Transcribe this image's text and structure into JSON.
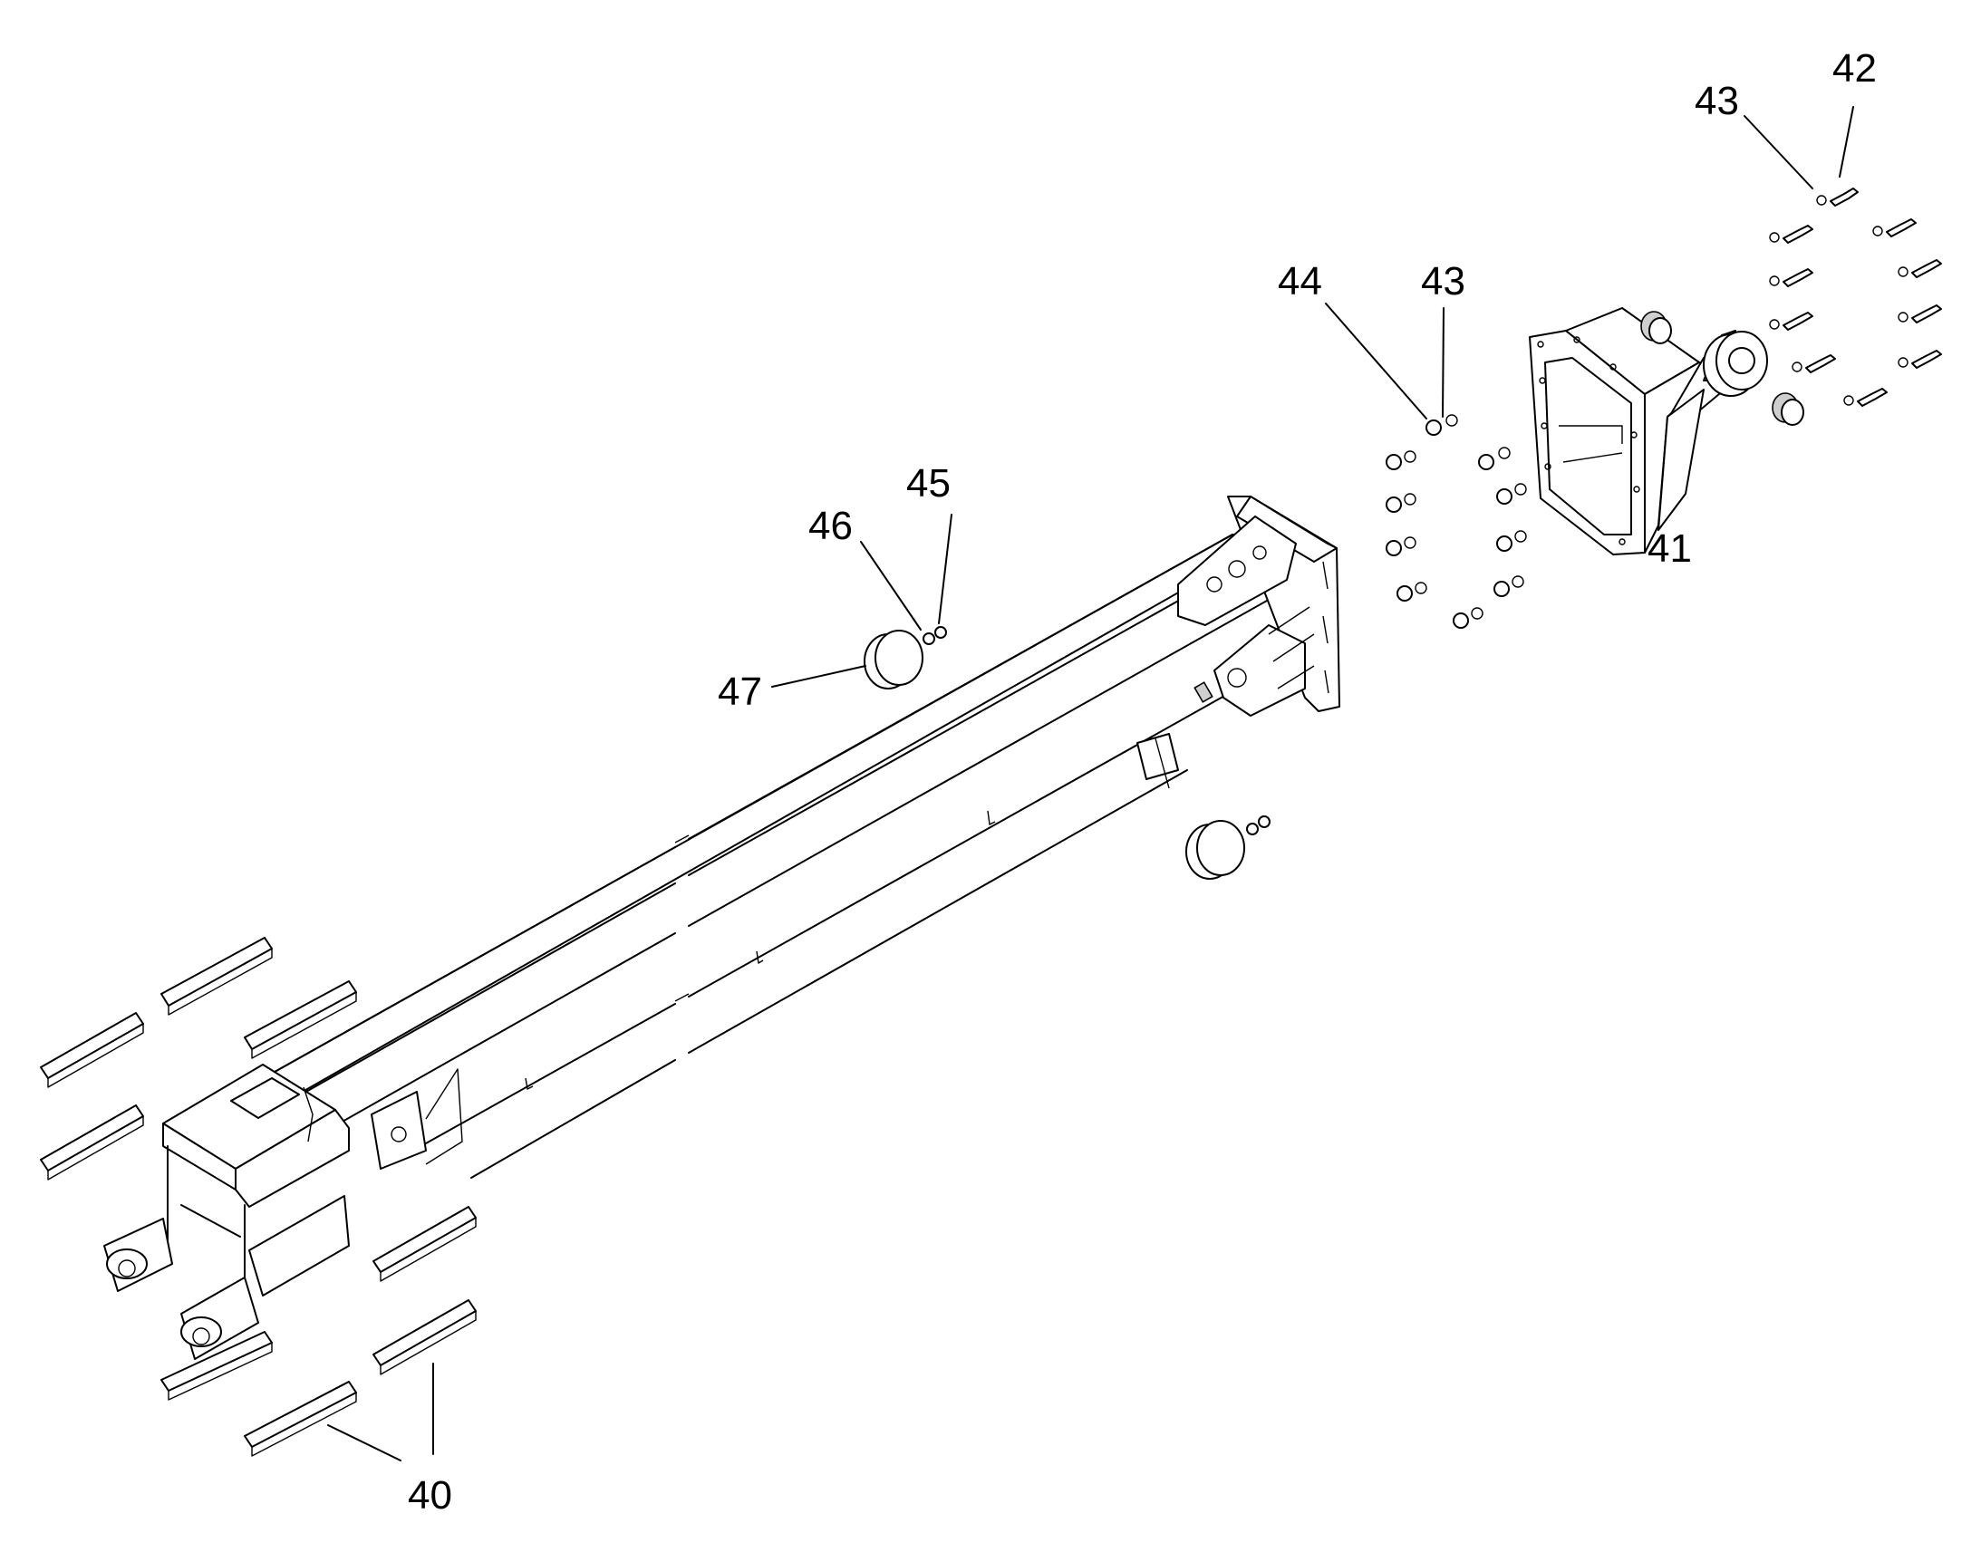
{
  "callouts": [
    {
      "id": "40",
      "label": "40"
    },
    {
      "id": "41",
      "label": "41"
    },
    {
      "id": "42",
      "label": "42"
    },
    {
      "id": "43a",
      "label": "43"
    },
    {
      "id": "43b",
      "label": "43"
    },
    {
      "id": "44",
      "label": "44"
    },
    {
      "id": "45",
      "label": "45"
    },
    {
      "id": "46",
      "label": "46"
    },
    {
      "id": "47",
      "label": "47"
    }
  ]
}
